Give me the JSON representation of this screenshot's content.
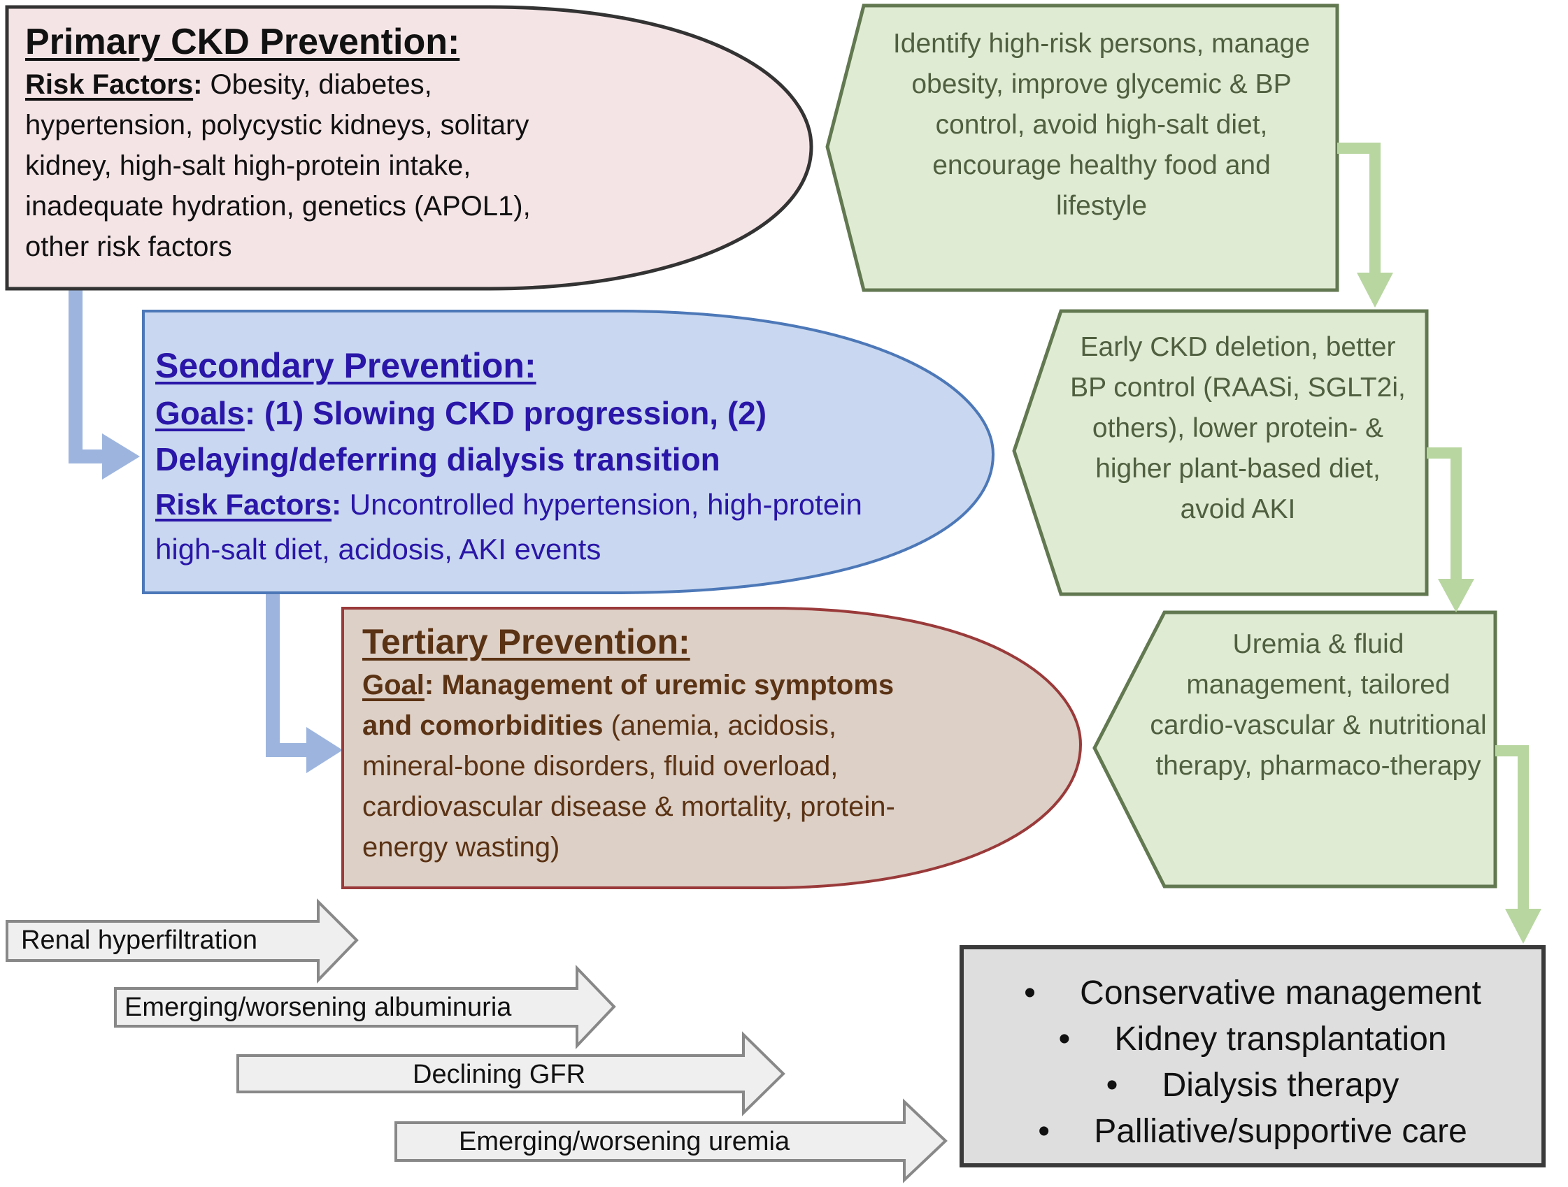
{
  "primary": {
    "title": "Primary CKD Prevention:",
    "risk_label": "Risk Factors",
    "risk_colon": ":",
    "risk_text": " Obesity, diabetes, hypertension, polycystic kidneys, solitary kidney, high-salt high-protein intake, inadequate hydration, genetics (APOL1), other risk factors",
    "color": "#f5e4e6"
  },
  "secondary": {
    "title": "Secondary Prevention:",
    "goals_label": "Goals",
    "goals_text": ": (1) Slowing CKD progression, (2) Delaying/deferring dialysis transition",
    "risk_label": "Risk Factors",
    "risk_colon": ":",
    "risk_text": " Uncontrolled hypertension, high-protein high-salt diet, acidosis, AKI events",
    "color": "#c9d8f0"
  },
  "tertiary": {
    "title": "Tertiary Prevention:",
    "goal_label": "Goal",
    "goal_text": ": Management of uremic symptoms and comorbidities",
    "detail_text": " (anemia, acidosis, mineral-bone disorders, fluid overload, cardiovascular disease & mortality, protein-energy wasting)",
    "color": "#ddd0c6"
  },
  "interventions": [
    {
      "text": "Identify high-risk persons, manage obesity, improve glycemic & BP control, avoid high-salt diet, encourage healthy food and lifestyle"
    },
    {
      "text": "Early CKD deletion, better BP control (RAASi, SGLT2i, others), lower protein- & higher plant-based diet, avoid AKI"
    },
    {
      "text": "Uremia & fluid management, tailored cardio-vascular & nutritional therapy, pharmaco-therapy"
    }
  ],
  "progression": [
    {
      "label": "Renal hyperfiltration"
    },
    {
      "label": "Emerging/worsening albuminuria"
    },
    {
      "label": "Declining GFR"
    },
    {
      "label": "Emerging/worsening uremia"
    }
  ],
  "outcomes": {
    "bullet": "•",
    "items": [
      "Conservative management",
      "Kidney transplantation",
      "Dialysis therapy",
      "Palliative/supportive care"
    ]
  },
  "colors": {
    "green_fill": "#e0ebd3",
    "green_border": "#627850",
    "green_arrow": "#b8d6a0",
    "blue_arrow": "#9db5de",
    "grey_arrow_fill": "#efefef"
  }
}
